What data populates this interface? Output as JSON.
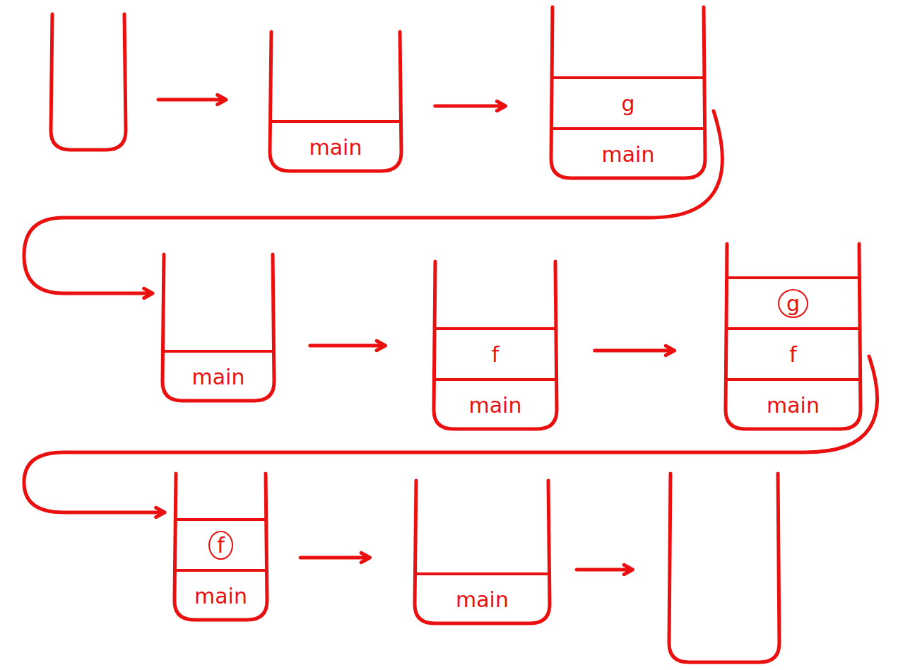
{
  "diagram": {
    "nodes": [
      {
        "text": []
      },
      {
        "text": []
      },
      {
        "text": [
          "main"
        ],
        "in": 1
      },
      {
        "text": []
      },
      {
        "text": [
          "main"
        ],
        "in": 3
      },
      {
        "text": [
          "g"
        ],
        "in": 3
      },
      {
        "text": []
      },
      {
        "text": [
          "main"
        ],
        "in": 6
      },
      {
        "text": []
      },
      {
        "text": [
          "main"
        ],
        "in": 8
      },
      {
        "text": [
          "f"
        ],
        "in": 8
      },
      {
        "text": []
      },
      {
        "text": [
          "main"
        ],
        "in": 11
      },
      {
        "text": [
          "f"
        ],
        "in": 11
      },
      {
        "text": [
          "g"
        ],
        "in": 11
      },
      {
        "text": []
      },
      {
        "text": [
          "main"
        ],
        "in": 15
      },
      {
        "text": [
          "f"
        ],
        "in": 15
      },
      {
        "text": []
      },
      {
        "text": [
          "main"
        ],
        "in": 18
      },
      {
        "text": []
      }
    ],
    "edges": [
      {
        "from": 0,
        "to": 1,
        "arrow": "to"
      },
      {
        "from": 1,
        "to": 3,
        "arrow": "to"
      },
      {
        "from": 3,
        "to": 6,
        "arrow": "to"
      },
      {
        "from": 6,
        "to": 8,
        "arrow": "to"
      },
      {
        "from": 8,
        "to": 11,
        "arrow": "to"
      },
      {
        "from": 11,
        "to": 15,
        "arrow": "to"
      },
      {
        "from": 15,
        "to": 18,
        "arrow": "to"
      },
      {
        "from": 18,
        "to": 20,
        "arrow": "to"
      }
    ]
  }
}
